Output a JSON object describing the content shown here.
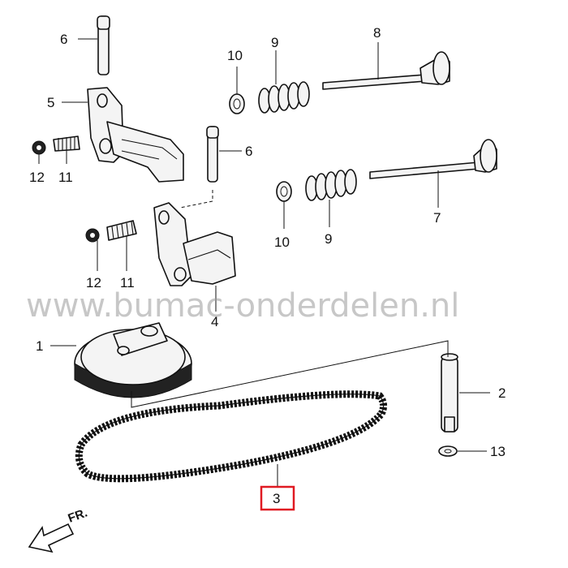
{
  "watermark": "www.bumac-onderdelen.nl",
  "front_label": "FR.",
  "highlight_color": "#e01a22",
  "callouts": {
    "c1": "1",
    "c2": "2",
    "c3": "3",
    "c4": "4",
    "c5": "5",
    "c6a": "6",
    "c6b": "6",
    "c7": "7",
    "c8": "8",
    "c9a": "9",
    "c9b": "9",
    "c10a": "10",
    "c10b": "10",
    "c11a": "11",
    "c11b": "11",
    "c12a": "12",
    "c12b": "12",
    "c13": "13"
  },
  "highlighted_part": "3"
}
